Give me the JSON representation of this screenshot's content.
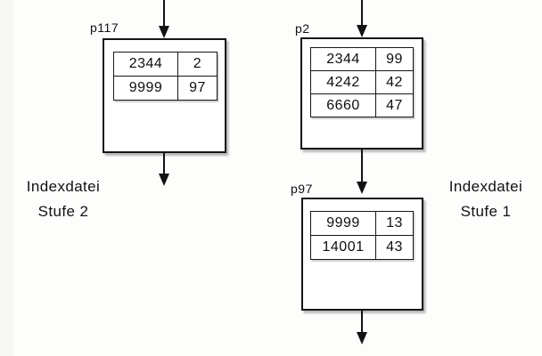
{
  "diagram": {
    "title": "index-file-two-level-diagram",
    "captions": {
      "left": {
        "line1": "Indexdatei",
        "line2": "Stufe 2"
      },
      "right": {
        "line1": "Indexdatei",
        "line2": "Stufe 1"
      }
    },
    "nodes": {
      "p117": {
        "label": "p117",
        "rows": [
          [
            "2344",
            "2"
          ],
          [
            "9999",
            "97"
          ]
        ]
      },
      "p2": {
        "label": "p2",
        "rows": [
          [
            "2344",
            "99"
          ],
          [
            "4242",
            "42"
          ],
          [
            "6660",
            "47"
          ]
        ]
      },
      "p97": {
        "label": "p97",
        "rows": [
          [
            "9999",
            "13"
          ],
          [
            "14001",
            "43"
          ]
        ]
      }
    },
    "colors": {
      "line": "#131313",
      "box_fill": "#ffffff",
      "box_shadow": "#b9b9b9",
      "background": "#fdfdfc"
    }
  }
}
